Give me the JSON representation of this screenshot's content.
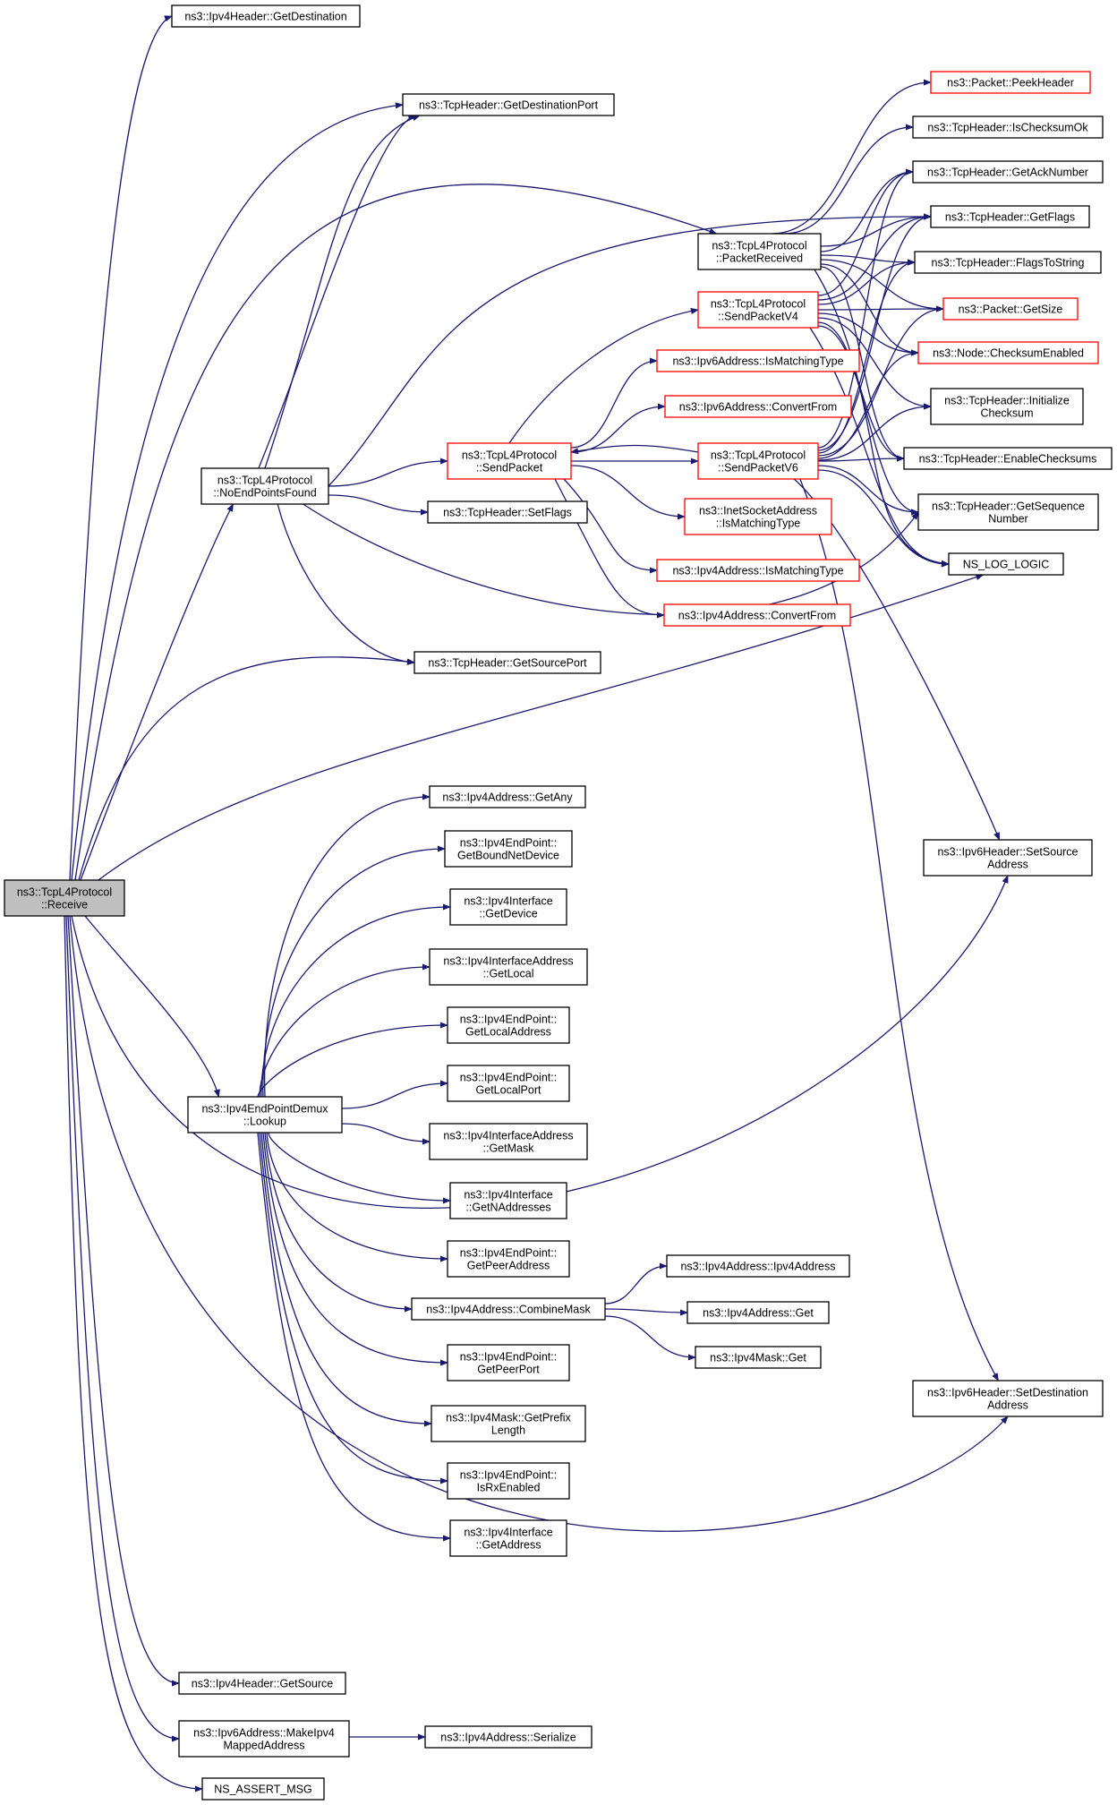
{
  "diagram": {
    "colors": {
      "edge": "#191970",
      "node_border": "#000000",
      "node_border_truncated": "#ff0000",
      "root_fill": "#bfbfbf"
    },
    "nodes": [
      {
        "id": "receive",
        "lines": [
          "ns3::TcpL4Protocol",
          "::Receive"
        ],
        "root": true
      },
      {
        "id": "ipv4h_getdest",
        "lines": [
          "ns3::Ipv4Header::GetDestination"
        ]
      },
      {
        "id": "tcph_getdestport",
        "lines": [
          "ns3::TcpHeader::GetDestinationPort"
        ]
      },
      {
        "id": "noendpoints",
        "lines": [
          "ns3::TcpL4Protocol",
          "::NoEndPointsFound"
        ]
      },
      {
        "id": "packetreceived",
        "lines": [
          "ns3::TcpL4Protocol",
          "::PacketReceived"
        ]
      },
      {
        "id": "peekheader",
        "lines": [
          "ns3::Packet::PeekHeader"
        ],
        "red": true
      },
      {
        "id": "checksumok",
        "lines": [
          "ns3::TcpHeader::IsChecksumOk"
        ]
      },
      {
        "id": "getacknumber",
        "lines": [
          "ns3::TcpHeader::GetAckNumber"
        ]
      },
      {
        "id": "getflags",
        "lines": [
          "ns3::TcpHeader::GetFlags"
        ]
      },
      {
        "id": "flagstostring",
        "lines": [
          "ns3::TcpHeader::FlagsToString"
        ]
      },
      {
        "id": "pkt_getsize",
        "lines": [
          "ns3::Packet::GetSize"
        ],
        "red": true
      },
      {
        "id": "checksumenabled",
        "lines": [
          "ns3::Node::ChecksumEnabled"
        ],
        "red": true
      },
      {
        "id": "initchecksum",
        "lines": [
          "ns3::TcpHeader::Initialize",
          "Checksum"
        ]
      },
      {
        "id": "enablechecksums",
        "lines": [
          "ns3::TcpHeader::EnableChecksums"
        ]
      },
      {
        "id": "getseqnumber",
        "lines": [
          "ns3::TcpHeader::GetSequence",
          "Number"
        ]
      },
      {
        "id": "nslog",
        "lines": [
          "NS_LOG_LOGIC"
        ]
      },
      {
        "id": "sendpacketv4",
        "lines": [
          "ns3::TcpL4Protocol",
          "::SendPacketV4"
        ],
        "red": true
      },
      {
        "id": "ipv6_ismatching",
        "lines": [
          "ns3::Ipv6Address::IsMatchingType"
        ],
        "red": true
      },
      {
        "id": "ipv6_convertfrom",
        "lines": [
          "ns3::Ipv6Address::ConvertFrom"
        ],
        "red": true
      },
      {
        "id": "sendpacket",
        "lines": [
          "ns3::TcpL4Protocol",
          "::SendPacket"
        ],
        "red": true
      },
      {
        "id": "sendpacketv6",
        "lines": [
          "ns3::TcpL4Protocol",
          "::SendPacketV6"
        ],
        "red": true
      },
      {
        "id": "inetsock_ismatching",
        "lines": [
          "ns3::InetSocketAddress",
          "::IsMatchingType"
        ],
        "red": true
      },
      {
        "id": "ipv4_ismatching",
        "lines": [
          "ns3::Ipv4Address::IsMatchingType"
        ],
        "red": true
      },
      {
        "id": "ipv4_convertfrom",
        "lines": [
          "ns3::Ipv4Address::ConvertFrom"
        ],
        "red": true
      },
      {
        "id": "tcph_setflags",
        "lines": [
          "ns3::TcpHeader::SetFlags"
        ]
      },
      {
        "id": "tcph_getsrcport",
        "lines": [
          "ns3::TcpHeader::GetSourcePort"
        ]
      },
      {
        "id": "ipv4_getany",
        "lines": [
          "ns3::Ipv4Address::GetAny"
        ]
      },
      {
        "id": "ep_getboundnetdev",
        "lines": [
          "ns3::Ipv4EndPoint::",
          "GetBoundNetDevice"
        ]
      },
      {
        "id": "iface_getdevice",
        "lines": [
          "ns3::Ipv4Interface",
          "::GetDevice"
        ]
      },
      {
        "id": "ifaddr_getlocal",
        "lines": [
          "ns3::Ipv4InterfaceAddress",
          "::GetLocal"
        ]
      },
      {
        "id": "ep_getlocaladdr",
        "lines": [
          "ns3::Ipv4EndPoint::",
          "GetLocalAddress"
        ]
      },
      {
        "id": "ep_getlocalport",
        "lines": [
          "ns3::Ipv4EndPoint::",
          "GetLocalPort"
        ]
      },
      {
        "id": "demux_lookup",
        "lines": [
          "ns3::Ipv4EndPointDemux",
          "::Lookup"
        ]
      },
      {
        "id": "ifaddr_getmask",
        "lines": [
          "ns3::Ipv4InterfaceAddress",
          "::GetMask"
        ]
      },
      {
        "id": "iface_getnaddr",
        "lines": [
          "ns3::Ipv4Interface",
          "::GetNAddresses"
        ]
      },
      {
        "id": "ep_getpeeraddr",
        "lines": [
          "ns3::Ipv4EndPoint::",
          "GetPeerAddress"
        ]
      },
      {
        "id": "ipv4_combinemask",
        "lines": [
          "ns3::Ipv4Address::CombineMask"
        ]
      },
      {
        "id": "ipv4_ctor",
        "lines": [
          "ns3::Ipv4Address::Ipv4Address"
        ]
      },
      {
        "id": "ipv4_get",
        "lines": [
          "ns3::Ipv4Address::Get"
        ]
      },
      {
        "id": "mask_get",
        "lines": [
          "ns3::Ipv4Mask::Get"
        ]
      },
      {
        "id": "ep_getpeerport",
        "lines": [
          "ns3::Ipv4EndPoint::",
          "GetPeerPort"
        ]
      },
      {
        "id": "mask_getprefix",
        "lines": [
          "ns3::Ipv4Mask::GetPrefix",
          "Length"
        ]
      },
      {
        "id": "ep_isrxenabled",
        "lines": [
          "ns3::Ipv4EndPoint::",
          "IsRxEnabled"
        ]
      },
      {
        "id": "iface_getaddress",
        "lines": [
          "ns3::Ipv4Interface",
          "::GetAddress"
        ]
      },
      {
        "id": "ipv6h_setsrc",
        "lines": [
          "ns3::Ipv6Header::SetSource",
          "Address"
        ]
      },
      {
        "id": "ipv6h_setdst",
        "lines": [
          "ns3::Ipv6Header::SetDestination",
          "Address"
        ]
      },
      {
        "id": "ipv4h_getsrc",
        "lines": [
          "ns3::Ipv4Header::GetSource"
        ]
      },
      {
        "id": "ipv6_makeipv4",
        "lines": [
          "ns3::Ipv6Address::MakeIpv4",
          "MappedAddress"
        ]
      },
      {
        "id": "ipv4_serialize",
        "lines": [
          "ns3::Ipv4Address::Serialize"
        ]
      },
      {
        "id": "ns_assert",
        "lines": [
          "NS_ASSERT_MSG"
        ]
      }
    ]
  }
}
